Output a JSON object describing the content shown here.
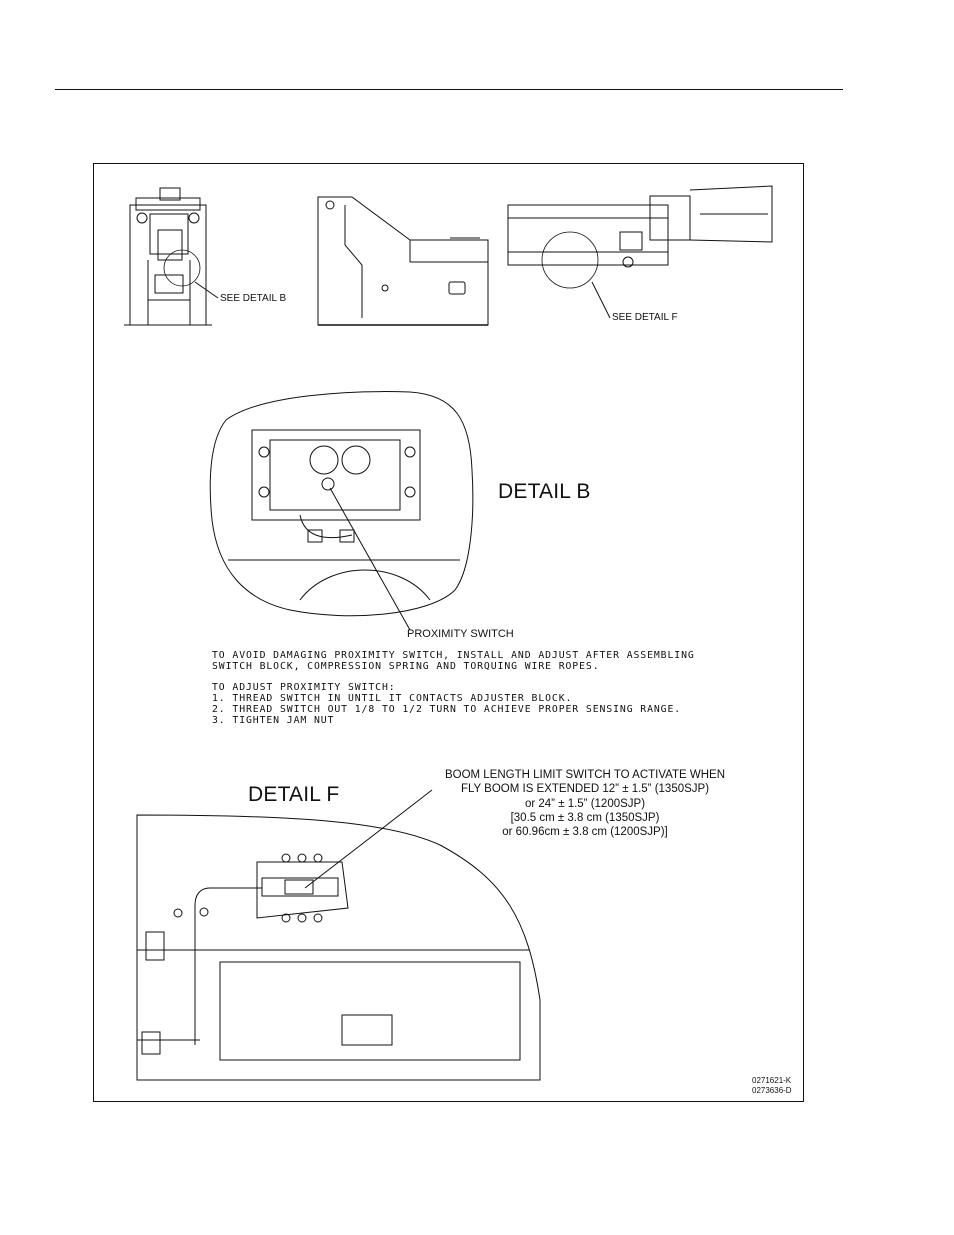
{
  "page": {
    "callout_detail_b": "SEE DETAIL B",
    "callout_detail_f": "SEE DETAIL F",
    "detail_b_title": "DETAIL B",
    "proximity_switch_label": "PROXIMITY SWITCH",
    "notes": [
      "TO AVOID DAMAGING PROXIMITY SWITCH, INSTALL AND ADJUST AFTER ASSEMBLING",
      "SWITCH BLOCK, COMPRESSION SPRING AND TORQUING WIRE ROPES.",
      "",
      "TO ADJUST PROXIMITY SWITCH:",
      "1. THREAD SWITCH IN UNTIL IT CONTACTS ADJUSTER BLOCK.",
      "2. THREAD SWITCH OUT 1/8 TO 1/2 TURN TO ACHIEVE PROPER SENSING RANGE.",
      "3. TIGHTEN JAM NUT"
    ],
    "detail_f_title": "DETAIL F",
    "limit_switch_spec": [
      "BOOM LENGTH LIMIT SWITCH TO ACTIVATE WHEN",
      "FLY BOOM IS EXTENDED 12” ± 1.5” (1350SJP)",
      "or 24” ± 1.5” (1200SJP)",
      "[30.5 cm ± 3.8 cm (1350SJP)",
      "or 60.96cm ± 3.8 cm (1200SJP)]"
    ],
    "part_numbers": [
      "0271621-K",
      "0273636-D"
    ]
  }
}
